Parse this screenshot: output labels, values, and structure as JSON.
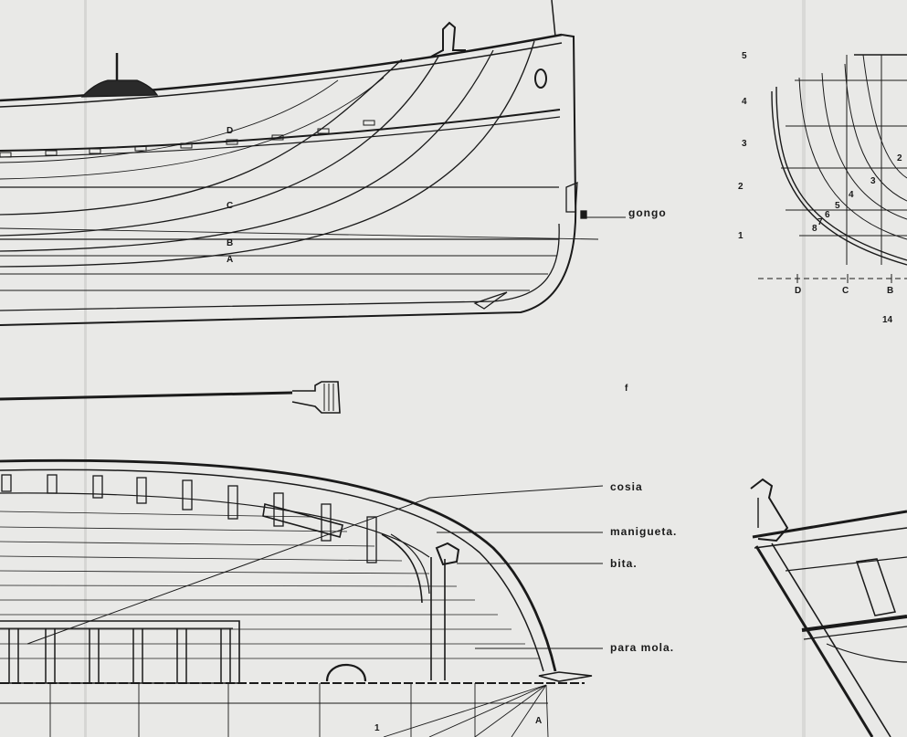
{
  "callouts": {
    "gongo": "gongo",
    "cosia": "cosia",
    "manigueta": "manigueta.",
    "bita": "bita.",
    "paramola": "para mola."
  },
  "profile_letters": {
    "d": "D",
    "c": "C",
    "b": "B",
    "a": "A"
  },
  "body_plan": {
    "heights": [
      "5",
      "4",
      "3",
      "2",
      "1"
    ],
    "letters": [
      "D",
      "C",
      "B"
    ],
    "station": "14",
    "section_numbers": [
      "2",
      "3",
      "4",
      "5",
      "6",
      "7",
      "8"
    ]
  },
  "plan_letter": "A",
  "plan_number": "1",
  "stray_mark": "f",
  "colors": {
    "paper": "#e9e9e7",
    "ink": "#1a1a1a"
  }
}
